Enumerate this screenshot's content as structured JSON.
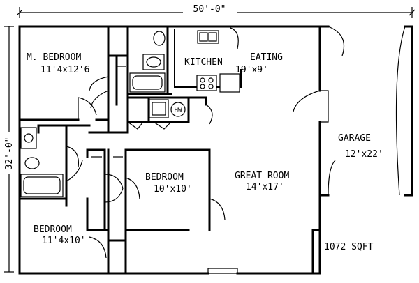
{
  "dimensions": {
    "width": "50'-0\"",
    "depth": "32'-0\""
  },
  "area": "1072 SQFT",
  "rooms": [
    {
      "id": "m-bedroom",
      "name": "M. BEDROOM",
      "size": "11'4x12'6"
    },
    {
      "id": "kitchen",
      "name": "KITCHEN",
      "size": ""
    },
    {
      "id": "eating",
      "name": "EATING",
      "size": "19'x9'"
    },
    {
      "id": "garage",
      "name": "GARAGE",
      "size": "12'x22'"
    },
    {
      "id": "bedroom-2",
      "name": "BEDROOM",
      "size": "10'x10'"
    },
    {
      "id": "great-room",
      "name": "GREAT ROOM",
      "size": "14'x17'"
    },
    {
      "id": "bedroom-3",
      "name": "BEDROOM",
      "size": "11'4x10'"
    }
  ],
  "fixtures": {
    "water_heater": "HW"
  }
}
